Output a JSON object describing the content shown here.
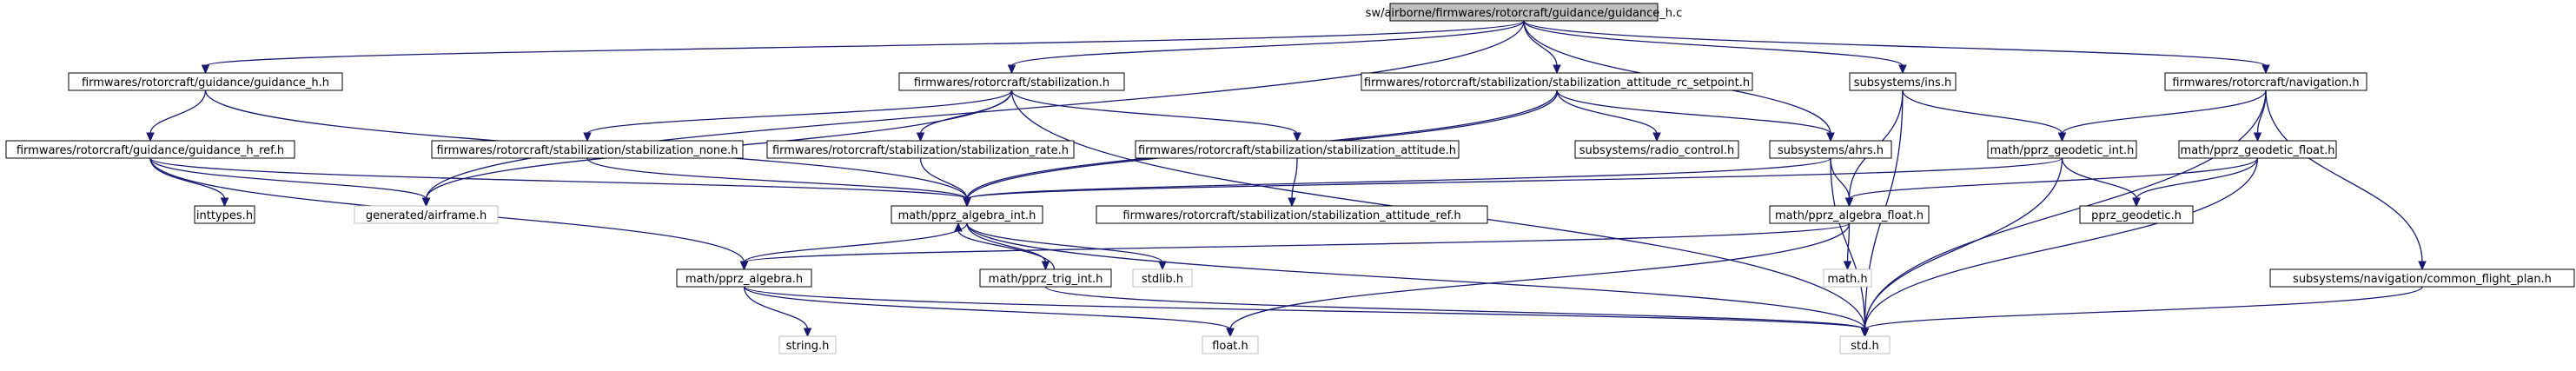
{
  "colors": {
    "edge": "#191970",
    "root_fill": "#bfbfbf",
    "node_border": "#000000",
    "external_border": "#bfbfbf",
    "background": "#ffffff"
  },
  "nodes": [
    {
      "id": "root",
      "label": "sw/airborne/firmwares/rotorcraft/guidance/guidance_h.c",
      "kind": "root"
    },
    {
      "id": "guidance_h_h",
      "label": "firmwares/rotorcraft/guidance/guidance_h.h",
      "kind": "file"
    },
    {
      "id": "stabilization_h",
      "label": "firmwares/rotorcraft/stabilization.h",
      "kind": "file"
    },
    {
      "id": "rc_setpoint_h",
      "label": "firmwares/rotorcraft/stabilization/stabilization_attitude_rc_setpoint.h",
      "kind": "file"
    },
    {
      "id": "ins_h",
      "label": "subsystems/ins.h",
      "kind": "file"
    },
    {
      "id": "navigation_h",
      "label": "firmwares/rotorcraft/navigation.h",
      "kind": "file"
    },
    {
      "id": "guidance_h_ref_h",
      "label": "firmwares/rotorcraft/guidance/guidance_h_ref.h",
      "kind": "file"
    },
    {
      "id": "stab_none_h",
      "label": "firmwares/rotorcraft/stabilization/stabilization_none.h",
      "kind": "file"
    },
    {
      "id": "stab_rate_h",
      "label": "firmwares/rotorcraft/stabilization/stabilization_rate.h",
      "kind": "file"
    },
    {
      "id": "stab_attitude_h",
      "label": "firmwares/rotorcraft/stabilization/stabilization_attitude.h",
      "kind": "file"
    },
    {
      "id": "radio_control_h",
      "label": "subsystems/radio_control.h",
      "kind": "file"
    },
    {
      "id": "ahrs_h",
      "label": "subsystems/ahrs.h",
      "kind": "file"
    },
    {
      "id": "geodetic_int_h",
      "label": "math/pprz_geodetic_int.h",
      "kind": "file"
    },
    {
      "id": "geodetic_float_h",
      "label": "math/pprz_geodetic_float.h",
      "kind": "file"
    },
    {
      "id": "inttypes_h",
      "label": "inttypes.h",
      "kind": "file"
    },
    {
      "id": "airframe_h",
      "label": "generated/airframe.h",
      "kind": "external"
    },
    {
      "id": "algebra_int_h",
      "label": "math/pprz_algebra_int.h",
      "kind": "file"
    },
    {
      "id": "stab_att_ref_h",
      "label": "firmwares/rotorcraft/stabilization/stabilization_attitude_ref.h",
      "kind": "file"
    },
    {
      "id": "algebra_float_h",
      "label": "math/pprz_algebra_float.h",
      "kind": "file"
    },
    {
      "id": "pprz_geodetic_h",
      "label": "pprz_geodetic.h",
      "kind": "file"
    },
    {
      "id": "algebra_h",
      "label": "math/pprz_algebra.h",
      "kind": "file"
    },
    {
      "id": "trig_int_h",
      "label": "math/pprz_trig_int.h",
      "kind": "file"
    },
    {
      "id": "stdlib_h",
      "label": "stdlib.h",
      "kind": "external"
    },
    {
      "id": "math_h",
      "label": "math.h",
      "kind": "external"
    },
    {
      "id": "common_flight_plan_h",
      "label": "subsystems/navigation/common_flight_plan.h",
      "kind": "file"
    },
    {
      "id": "string_h",
      "label": "string.h",
      "kind": "external"
    },
    {
      "id": "float_h",
      "label": "float.h",
      "kind": "external"
    },
    {
      "id": "std_h",
      "label": "std.h",
      "kind": "external"
    }
  ],
  "edges": [
    [
      "root",
      "guidance_h_h"
    ],
    [
      "root",
      "stabilization_h"
    ],
    [
      "root",
      "rc_setpoint_h"
    ],
    [
      "root",
      "ins_h"
    ],
    [
      "root",
      "navigation_h"
    ],
    [
      "root",
      "airframe_h"
    ],
    [
      "root",
      "ahrs_h"
    ],
    [
      "guidance_h_h",
      "guidance_h_ref_h"
    ],
    [
      "guidance_h_h",
      "algebra_int_h"
    ],
    [
      "guidance_h_ref_h",
      "inttypes_h"
    ],
    [
      "guidance_h_ref_h",
      "airframe_h"
    ],
    [
      "guidance_h_ref_h",
      "algebra_int_h"
    ],
    [
      "guidance_h_ref_h",
      "algebra_h"
    ],
    [
      "stabilization_h",
      "stab_none_h"
    ],
    [
      "stabilization_h",
      "stab_rate_h"
    ],
    [
      "stabilization_h",
      "stab_attitude_h"
    ],
    [
      "stabilization_h",
      "airframe_h"
    ],
    [
      "stabilization_h",
      "std_h"
    ],
    [
      "stab_none_h",
      "algebra_int_h"
    ],
    [
      "stab_rate_h",
      "algebra_int_h"
    ],
    [
      "stab_attitude_h",
      "stab_att_ref_h"
    ],
    [
      "rc_setpoint_h",
      "radio_control_h"
    ],
    [
      "rc_setpoint_h",
      "ahrs_h"
    ],
    [
      "rc_setpoint_h",
      "algebra_int_h"
    ],
    [
      "rc_setpoint_h",
      "algebra_int_h"
    ],
    [
      "ahrs_h",
      "algebra_int_h"
    ],
    [
      "ahrs_h",
      "algebra_float_h"
    ],
    [
      "ahrs_h",
      "std_h"
    ],
    [
      "ins_h",
      "geodetic_int_h"
    ],
    [
      "ins_h",
      "algebra_float_h"
    ],
    [
      "ins_h",
      "std_h"
    ],
    [
      "navigation_h",
      "geodetic_int_h"
    ],
    [
      "navigation_h",
      "geodetic_float_h"
    ],
    [
      "navigation_h",
      "common_flight_plan_h"
    ],
    [
      "navigation_h",
      "std_h"
    ],
    [
      "geodetic_int_h",
      "pprz_geodetic_h"
    ],
    [
      "geodetic_int_h",
      "algebra_int_h"
    ],
    [
      "geodetic_int_h",
      "std_h"
    ],
    [
      "geodetic_float_h",
      "pprz_geodetic_h"
    ],
    [
      "geodetic_float_h",
      "algebra_float_h"
    ],
    [
      "geodetic_float_h",
      "std_h"
    ],
    [
      "algebra_int_h",
      "algebra_h"
    ],
    [
      "algebra_int_h",
      "trig_int_h"
    ],
    [
      "algebra_int_h",
      "stdlib_h"
    ],
    [
      "algebra_int_h",
      "std_h"
    ],
    [
      "trig_int_h",
      "algebra_int_h"
    ],
    [
      "trig_int_h",
      "std_h"
    ],
    [
      "algebra_float_h",
      "algebra_h"
    ],
    [
      "algebra_float_h",
      "math_h"
    ],
    [
      "algebra_float_h",
      "float_h"
    ],
    [
      "algebra_h",
      "string_h"
    ],
    [
      "algebra_h",
      "float_h"
    ],
    [
      "algebra_h",
      "std_h"
    ],
    [
      "common_flight_plan_h",
      "std_h"
    ]
  ]
}
